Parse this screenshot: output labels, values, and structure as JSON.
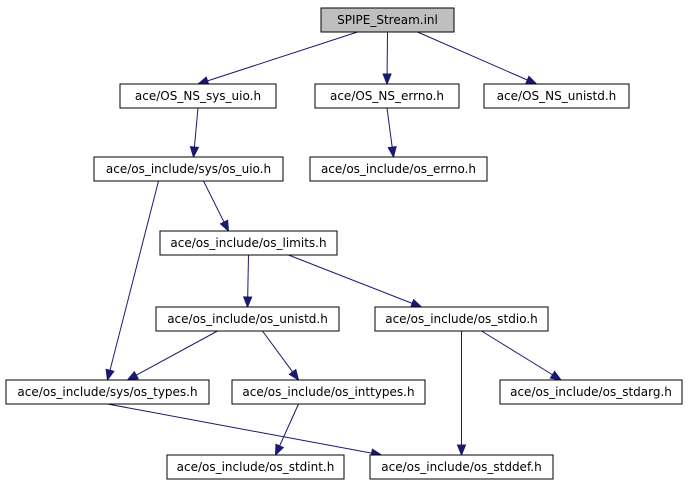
{
  "colors": {
    "edge": "#191970",
    "root_fill": "#bfbfbf",
    "node_fill": "#ffffff",
    "node_stroke": "#000000"
  },
  "nodes": [
    {
      "id": "n0",
      "label": "SPIPE_Stream.inl"
    },
    {
      "id": "n1",
      "label": "ace/OS_NS_sys_uio.h"
    },
    {
      "id": "n2",
      "label": "ace/OS_NS_errno.h"
    },
    {
      "id": "n3",
      "label": "ace/OS_NS_unistd.h"
    },
    {
      "id": "n4",
      "label": "ace/os_include/sys/os_uio.h"
    },
    {
      "id": "n5",
      "label": "ace/os_include/os_errno.h"
    },
    {
      "id": "n6",
      "label": "ace/os_include/os_limits.h"
    },
    {
      "id": "n7",
      "label": "ace/os_include/os_unistd.h"
    },
    {
      "id": "n8",
      "label": "ace/os_include/os_stdio.h"
    },
    {
      "id": "n9",
      "label": "ace/os_include/sys/os_types.h"
    },
    {
      "id": "n10",
      "label": "ace/os_include/os_inttypes.h"
    },
    {
      "id": "n11",
      "label": "ace/os_include/os_stdarg.h"
    },
    {
      "id": "n12",
      "label": "ace/os_include/os_stdint.h"
    },
    {
      "id": "n13",
      "label": "ace/os_include/os_stddef.h"
    }
  ],
  "edges": [
    {
      "from": "n0",
      "to": "n1"
    },
    {
      "from": "n0",
      "to": "n2"
    },
    {
      "from": "n0",
      "to": "n3"
    },
    {
      "from": "n1",
      "to": "n4"
    },
    {
      "from": "n2",
      "to": "n5"
    },
    {
      "from": "n4",
      "to": "n6"
    },
    {
      "from": "n4",
      "to": "n9"
    },
    {
      "from": "n6",
      "to": "n7"
    },
    {
      "from": "n6",
      "to": "n8"
    },
    {
      "from": "n7",
      "to": "n9"
    },
    {
      "from": "n7",
      "to": "n10"
    },
    {
      "from": "n8",
      "to": "n13"
    },
    {
      "from": "n8",
      "to": "n11"
    },
    {
      "from": "n9",
      "to": "n13"
    },
    {
      "from": "n10",
      "to": "n12"
    }
  ]
}
